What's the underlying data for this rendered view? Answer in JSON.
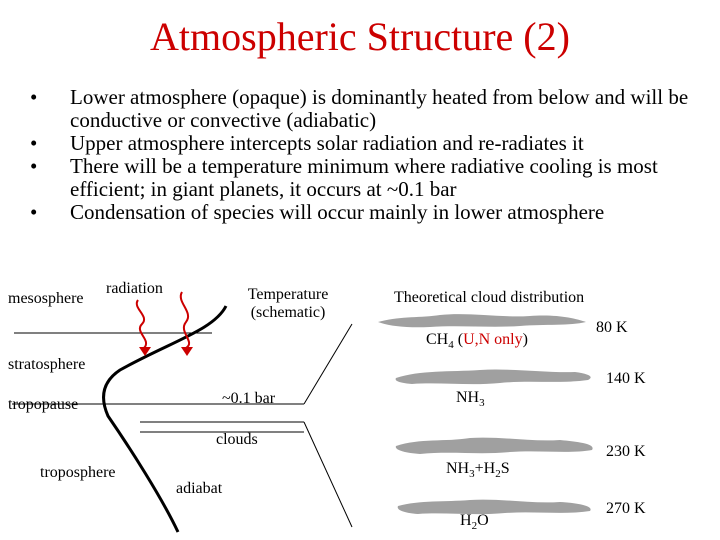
{
  "title": "Atmospheric Structure (2)",
  "bullets": [
    "Lower atmosphere (opaque) is dominantly heated from below and will be conductive or convective (adiabatic)",
    "Upper atmosphere intercepts solar radiation and re-radiates it",
    "There will be a temperature minimum where radiative cooling is most efficient; in giant planets, it occurs at ~0.1 bar",
    "Condensation of species will occur mainly in lower atmosphere"
  ],
  "bullet_marker": "•",
  "left_diagram": {
    "mesosphere": "mesosphere",
    "radiation": "radiation",
    "temperature_line1": "Temperature",
    "temperature_line2": "(schematic)",
    "stratosphere": "stratosphere",
    "tropopause": "tropopause",
    "tmin_label": "~0.1 bar",
    "clouds": "clouds",
    "troposphere": "troposphere",
    "adiabat": "adiabat"
  },
  "right_diagram": {
    "title": "Theoretical cloud distribution",
    "layers": [
      {
        "species_main": "CH",
        "species_sub": "4",
        "note_open": " (",
        "note_red": "U,N only",
        "note_close": ")",
        "temp": "80 K"
      },
      {
        "species_main": "NH",
        "species_sub": "3",
        "temp": "140 K"
      },
      {
        "species_a": "NH",
        "species_a_sub": "3",
        "species_b": "+H",
        "species_b_sub": "2",
        "species_c": "S",
        "temp": "230 K"
      },
      {
        "species_main": "H",
        "species_sub": "2",
        "species_tail": "O",
        "temp": "270 K"
      }
    ]
  },
  "colors": {
    "title": "#cc0000",
    "cloud": "#a0a0a0",
    "highlight": "#cc0000"
  }
}
